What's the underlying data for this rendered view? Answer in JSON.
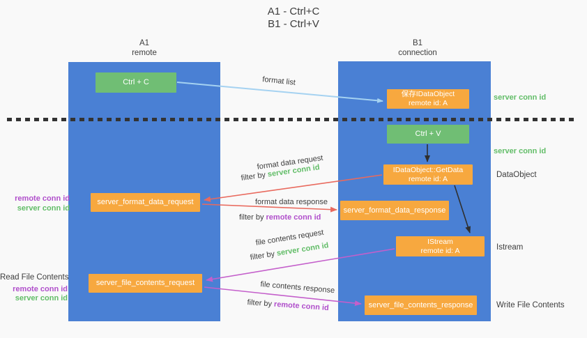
{
  "title": {
    "line1": "A1 - Ctrl+C",
    "line2": "B1 - Ctrl+V"
  },
  "columns": {
    "a": {
      "id": "A1",
      "subtitle": "remote"
    },
    "b": {
      "id": "B1",
      "subtitle": "connection"
    }
  },
  "boxes": {
    "ctrl_c": "Ctrl + C",
    "ctrl_v": "Ctrl + V",
    "save_dataobject": {
      "line1": "保存IDataObject",
      "line2": "remote id: A"
    },
    "getdata": {
      "line1": "IDataObject::GetData",
      "line2": "remote id: A"
    },
    "istream": {
      "line1": "IStream",
      "line2": "remote id: A"
    },
    "format_request": "server_format_data_request",
    "format_response": "server_format_data_response",
    "file_request": "server_file_contents_request",
    "file_response": "server_file_contents_response"
  },
  "arrow_labels": {
    "format_list": "format list",
    "format_data_request": "format data request",
    "format_data_request_filter_prefix": "filter by ",
    "format_data_request_filter_id": "server conn id",
    "format_data_response": "format data response",
    "format_data_response_filter_prefix": "filter by ",
    "format_data_response_filter_id": "remote conn id",
    "file_contents_request": "file contents request",
    "file_contents_request_filter_prefix": "filter by ",
    "file_contents_request_filter_id": "server conn id",
    "file_contents_response": "file contents response",
    "file_contents_response_filter_prefix": "filter by ",
    "file_contents_response_filter_id": "remote conn id"
  },
  "side_labels": {
    "left_format_remote": "remote conn id",
    "left_format_server": "server conn id",
    "left_read_title": "Read File Contents",
    "left_file_remote": "remote conn id",
    "left_file_server": "server conn id",
    "right_server_top": "server conn id",
    "right_server_mid": "server conn id",
    "right_dataobject": "DataObject",
    "right_istream": "Istream",
    "right_write": "Write File Contents"
  },
  "colors": {
    "column_blue": "#4a80d4",
    "box_green": "#70be74",
    "box_orange": "#f7a83f",
    "text_green": "#62bd68",
    "text_purple": "#b04fcb",
    "arrow_red": "#e96a5e",
    "arrow_magenta": "#c45fcb",
    "arrow_lightblue": "#a5d2f1",
    "arrow_black": "#2f2f2f",
    "text_dark": "#3d3d3d",
    "divider_dark": "#333333"
  }
}
